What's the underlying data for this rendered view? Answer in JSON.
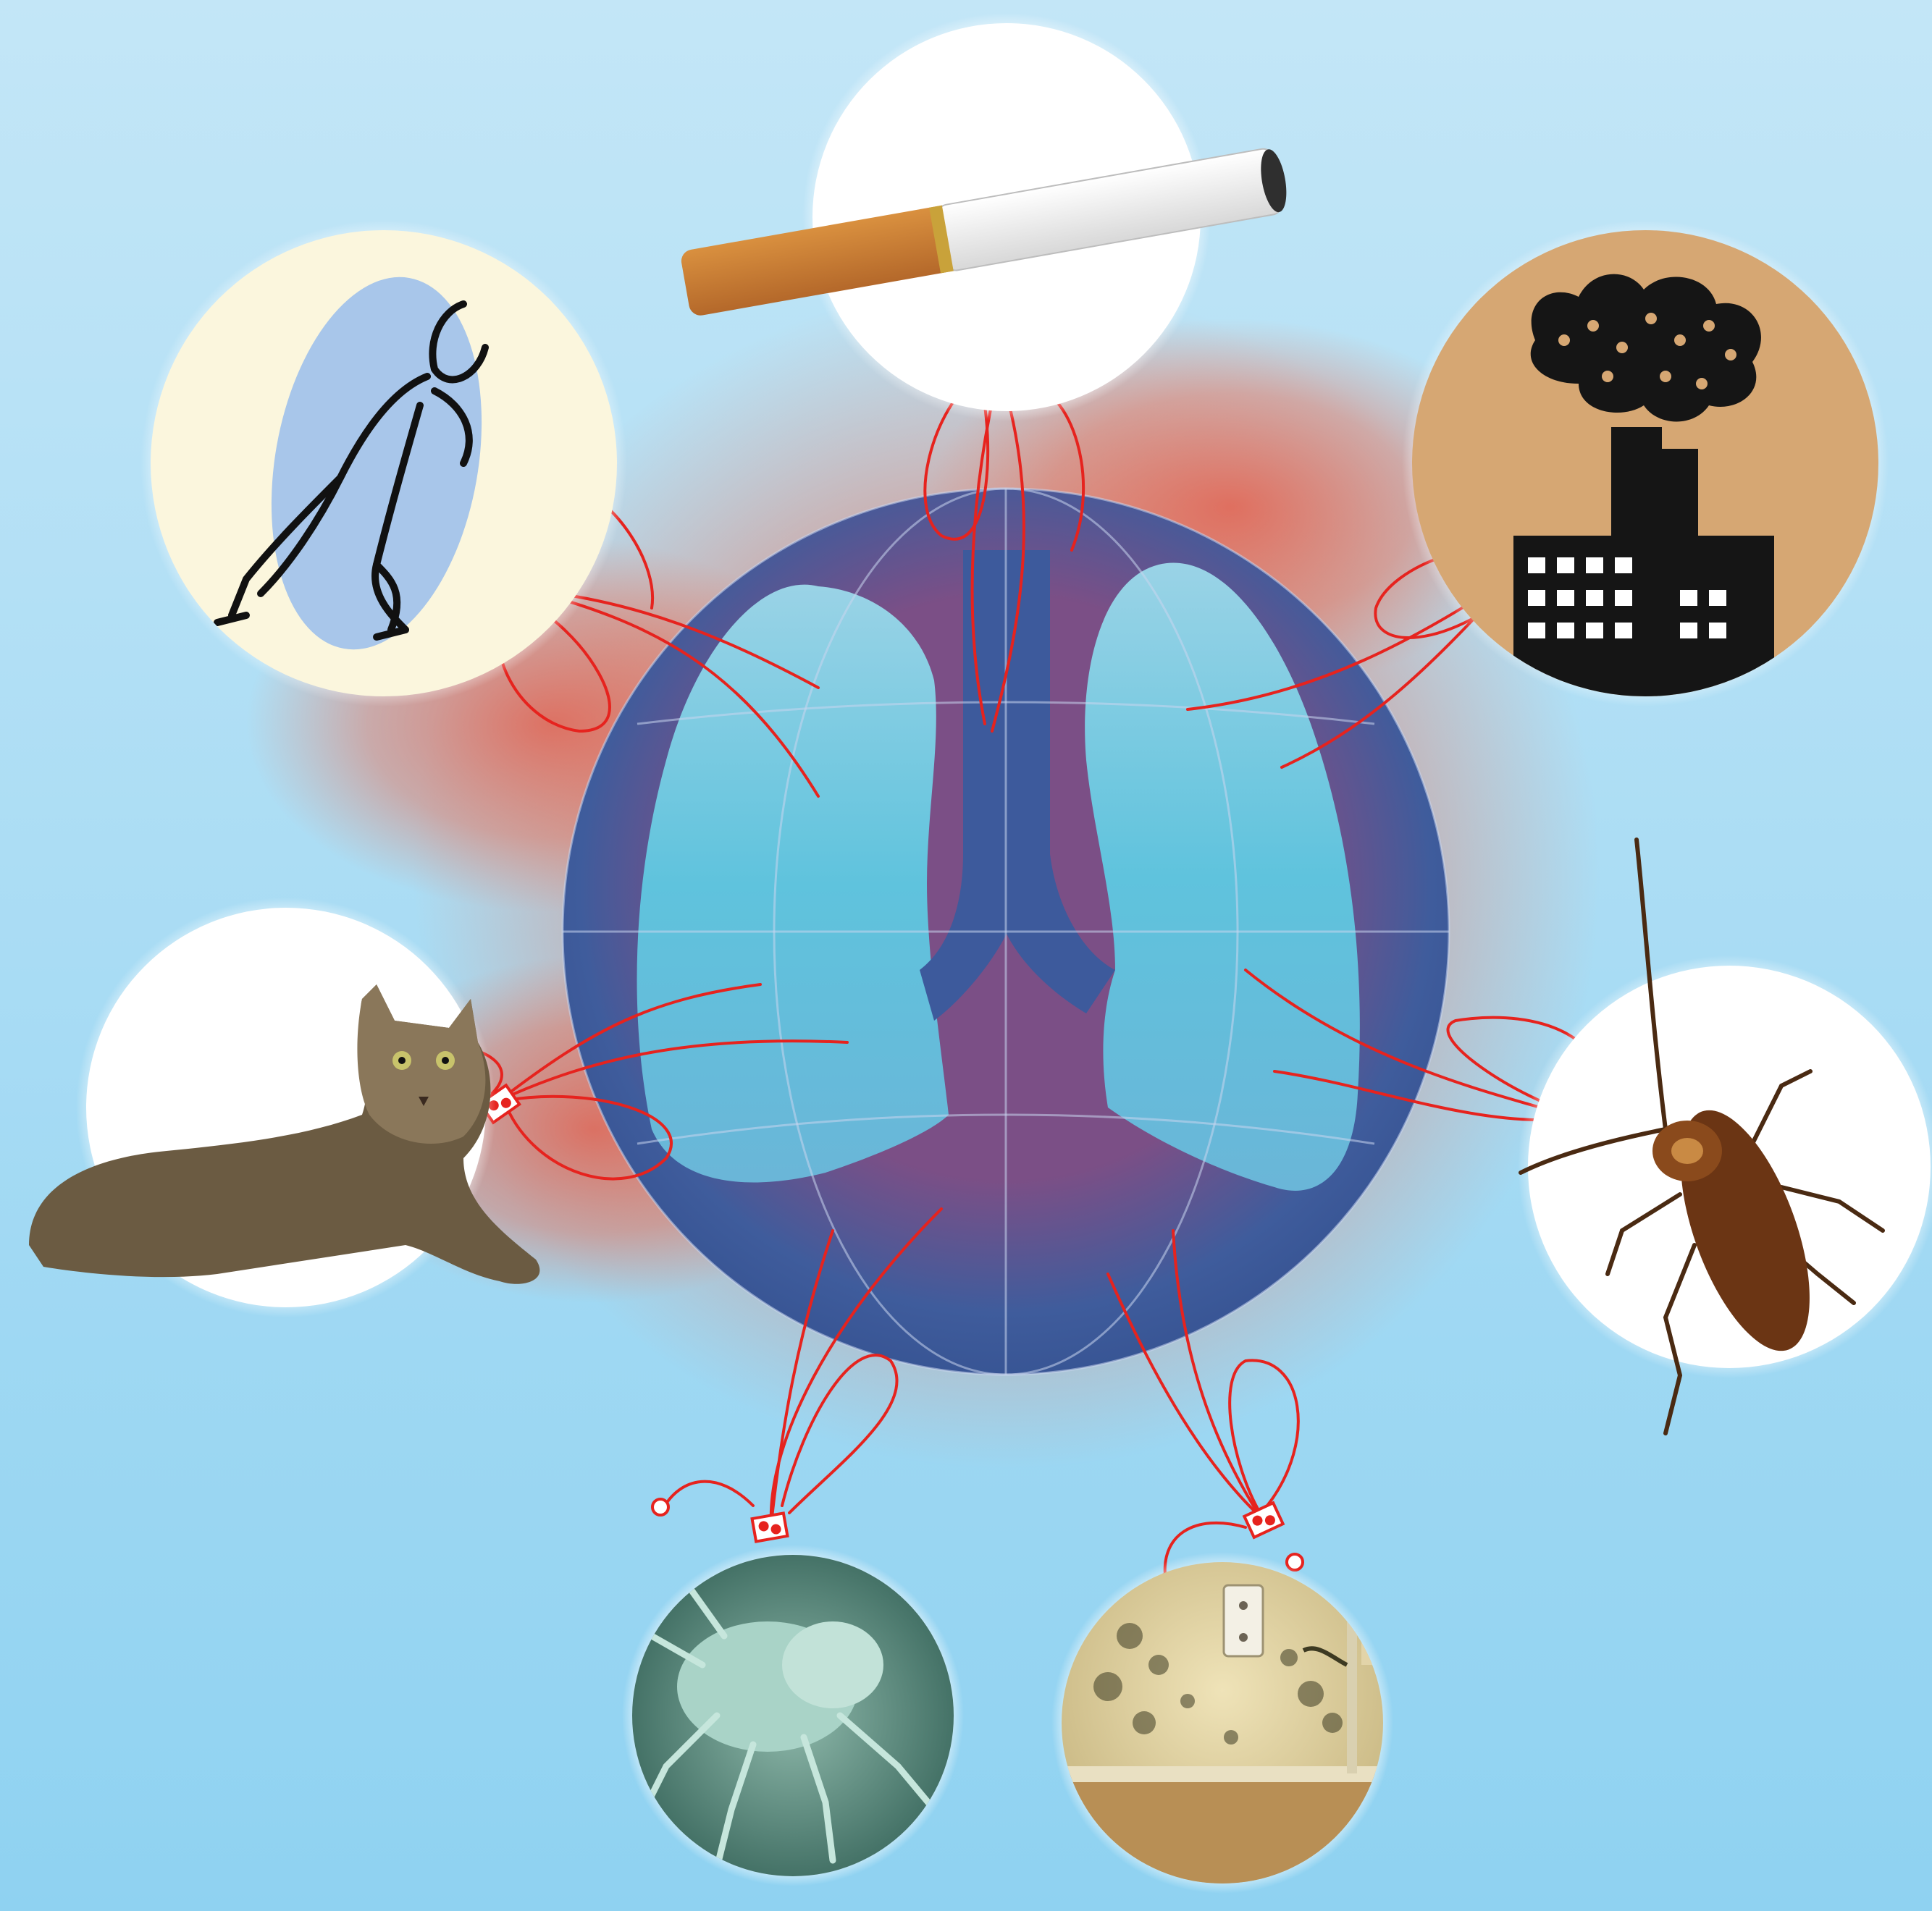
{
  "colors": {
    "background_top": "#c3e6f7",
    "background_bottom": "#8fd2f1",
    "ring": "#3e5d9c",
    "lungs": "#6cc7e1",
    "haze": "#e8553e",
    "connector": "#e6231e",
    "badge_white": "#ffffff"
  },
  "center": {
    "icon": "lungs-icon"
  },
  "triggers": [
    {
      "id": "cigarette",
      "icon": "cigarette-icon"
    },
    {
      "id": "pollution",
      "icon": "factory-smoke-icon"
    },
    {
      "id": "cockroach",
      "icon": "cockroach-icon"
    },
    {
      "id": "mold",
      "icon": "mold-wall-icon"
    },
    {
      "id": "dust-mite",
      "icon": "dust-mite-icon"
    },
    {
      "id": "cat",
      "icon": "cat-icon"
    },
    {
      "id": "exercise",
      "icon": "skater-icon"
    }
  ]
}
